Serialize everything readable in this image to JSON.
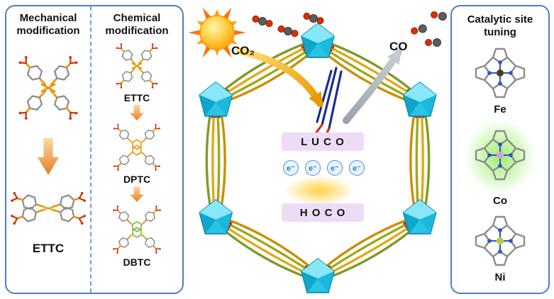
{
  "left_panel": {
    "mechanical": {
      "title": "Mechanical modification",
      "product_label": "ETTC"
    },
    "chemical": {
      "title": "Chemical modification",
      "steps": [
        {
          "label": "ETTC"
        },
        {
          "label": "DPTC"
        },
        {
          "label": "DBTC"
        }
      ]
    }
  },
  "center": {
    "co2_label": "CO₂",
    "co_label": "CO",
    "luco_label": "L U C O",
    "hoco_label": "H O C O",
    "electron_symbol": "e⁻"
  },
  "right_panel": {
    "title": "Catalytic site tuning",
    "metals": [
      {
        "label": "Fe"
      },
      {
        "label": "Co"
      },
      {
        "label": "Ni"
      }
    ],
    "highlighted_metal": "Co"
  },
  "colors": {
    "panel_border": "#4d7fc1",
    "arrow_orange": "#e67e22",
    "level_box_bg": "#eedcf6",
    "electron_blue": "#2e7fd0",
    "node_cyan": "#29c3e4",
    "linker_orange": "#e6940a",
    "linker_green": "#7cb342",
    "highlight_green": "#8ceb50",
    "co2_red": "#dd2e00",
    "sun_orange": "#ff9300"
  }
}
